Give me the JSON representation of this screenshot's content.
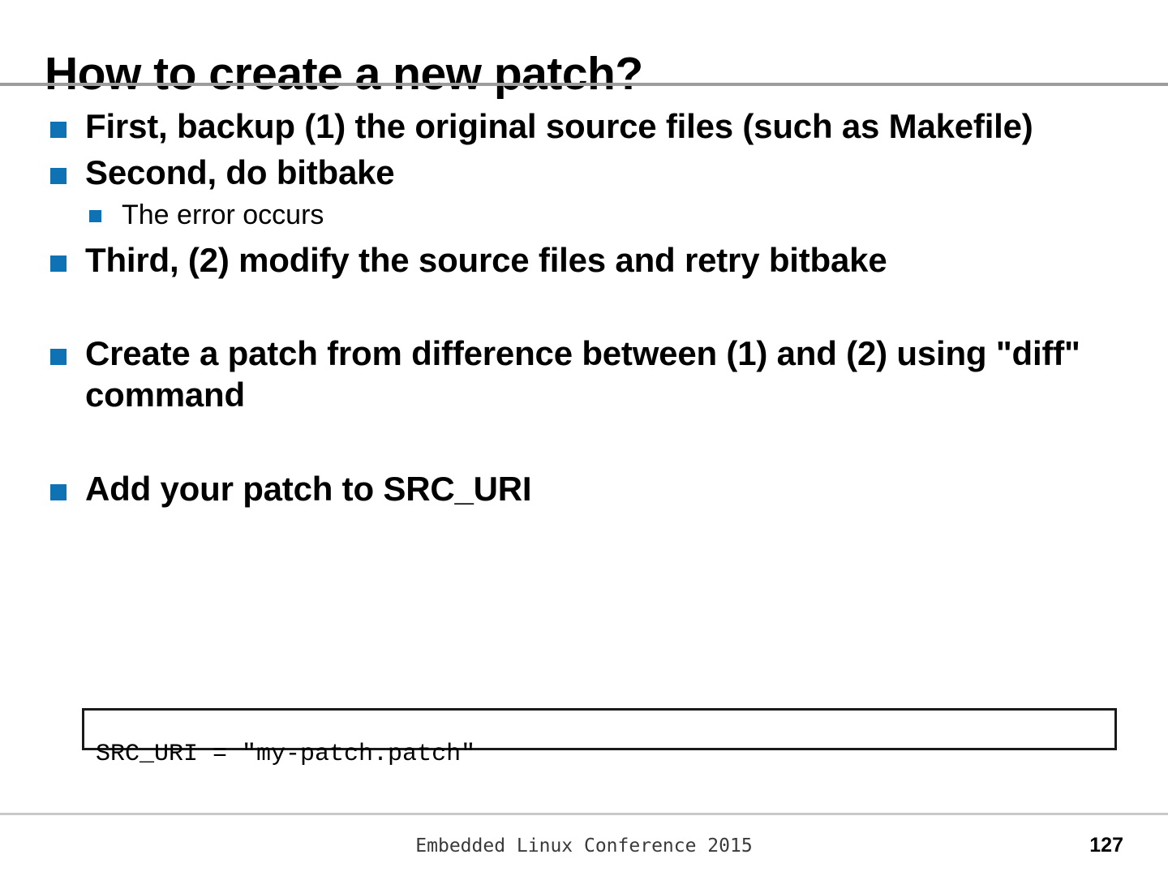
{
  "slide": {
    "title": "How to create a new patch?",
    "accent_color": "#0e72b4",
    "title_rule_color": "#9d9d9d",
    "footer_rule_color": "#c9c9c9",
    "bullets": [
      {
        "level": 1,
        "text": "First, backup (1) the original source files (such as Makefile)",
        "bullet_glyph": "square"
      },
      {
        "level": 1,
        "text": "Second, do bitbake",
        "bullet_glyph": "square"
      },
      {
        "level": 2,
        "text": "The error occurs",
        "bullet_glyph": "square"
      },
      {
        "level": 1,
        "text": "Third, (2) modify the source files and retry bitbake",
        "bullet_glyph": "square"
      },
      {
        "level": 1,
        "text": "Create a patch from difference between (1) and (2) using \"diff\" command",
        "bullet_glyph": "square"
      },
      {
        "level": 1,
        "text": "Add your patch to SRC_URI",
        "bullet_glyph": "square"
      }
    ],
    "code_box": {
      "content": "SRC_URI = \"my-patch.patch\""
    },
    "footer": {
      "center_text": "Embedded Linux Conference 2015",
      "page_number": "127"
    }
  }
}
